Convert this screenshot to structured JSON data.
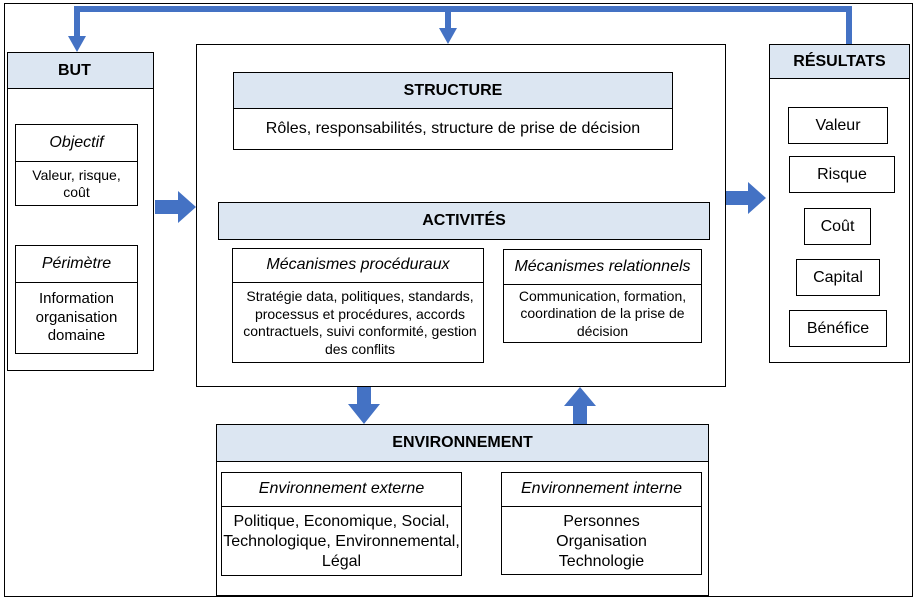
{
  "but": {
    "title": "BUT",
    "objectif_title": "Objectif",
    "objectif_text": "Valeur, risque, coût",
    "perimetre_title": "Périmètre",
    "perimetre_text": "Information organisation domaine"
  },
  "structure": {
    "title": "STRUCTURE",
    "text": "Rôles, responsabilités, structure de prise de décision"
  },
  "activites": {
    "title": "ACTIVITÉS",
    "proceduraux_title": "Mécanismes procéduraux",
    "proceduraux_text": "Stratégie data, politiques, standards, processus et procédures, accords contractuels,  suivi conformité, gestion des conflits",
    "relationnels_title": "Mécanismes relationnels",
    "relationnels_text": "Communication, formation, coordination de la prise de décision"
  },
  "environnement": {
    "title": "ENVIRONNEMENT",
    "externe_title": "Environnement externe",
    "externe_text": "Politique, Economique, Social, Technologique, Environnemental, Légal",
    "interne_title": "Environnement interne",
    "interne_text": "Personnes Organisation Technologie"
  },
  "resultats": {
    "title": "RÉSULTATS",
    "items": [
      "Valeur",
      "Risque",
      "Coût",
      "Capital",
      "Bénéfice"
    ]
  },
  "colors": {
    "arrow": "#4472c4",
    "header_fill": "#dce6f2"
  }
}
